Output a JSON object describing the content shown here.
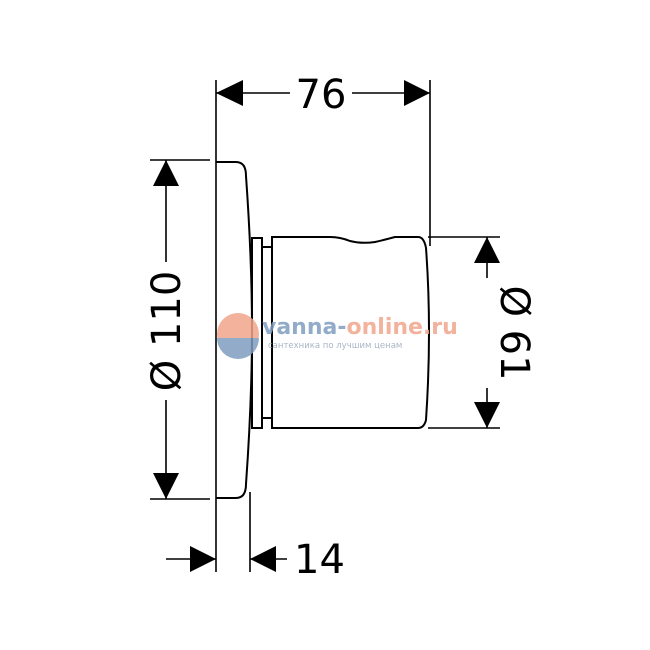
{
  "dimensions": {
    "width": "76",
    "height_diameter": "Ø 110",
    "knob_diameter": "Ø 61",
    "plate_depth": "14"
  },
  "watermark": {
    "brand_part1": "vanna-",
    "brand_part2": "online.ru",
    "tagline": "сантехника по лучшим ценам",
    "colors": {
      "blue": "#7f9dbf",
      "orange": "#f0a58a"
    }
  }
}
